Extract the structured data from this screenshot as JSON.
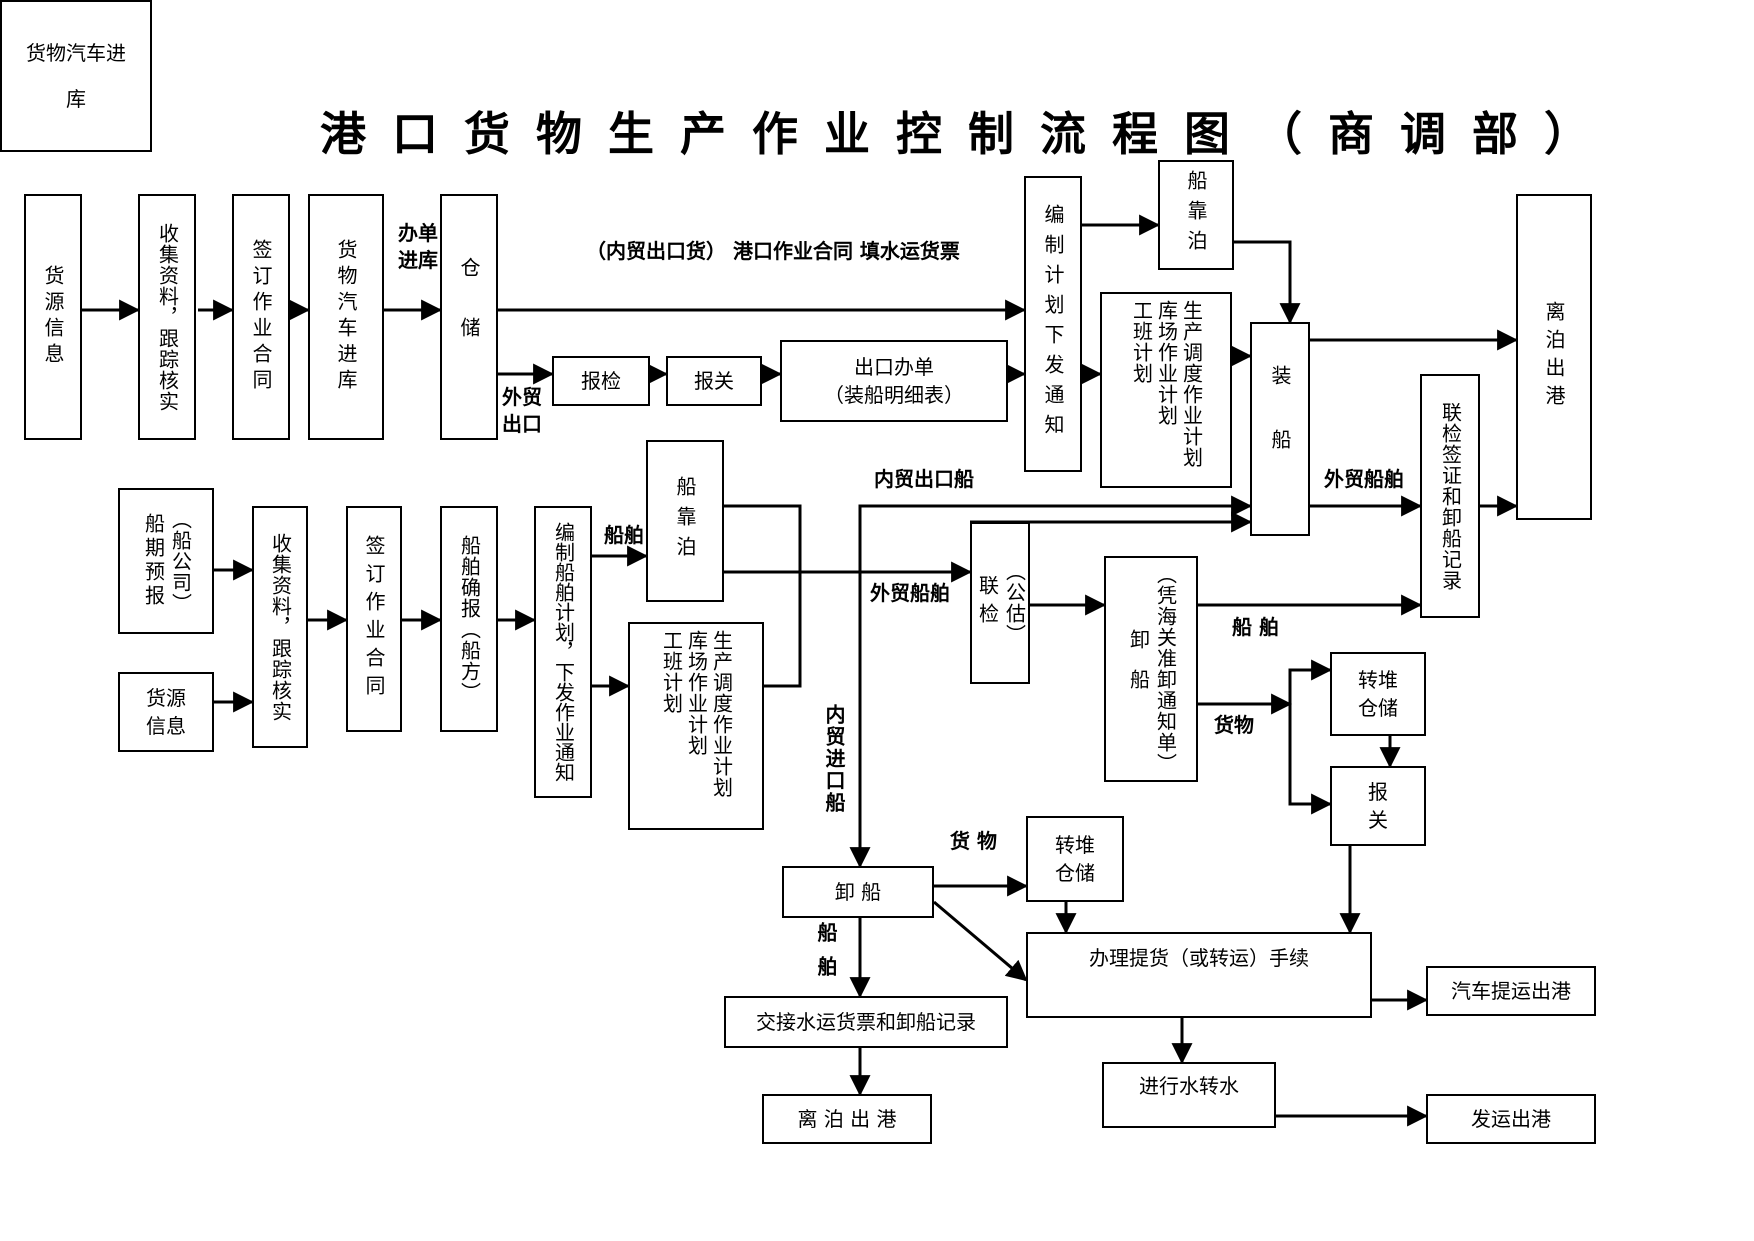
{
  "title": "港口货物生产作业控制流程图（商调部）",
  "corner_note": {
    "line1": "货物汽车进",
    "line2": "库"
  },
  "boxes": {
    "top_source_info": "货源信息",
    "top_collect": "收集资料，跟踪核实",
    "top_sign": "签订作业合同",
    "top_truck_in": "货物汽车进库",
    "storage": "仓储",
    "inspection": "报检",
    "customs": "报关",
    "export_doc_line1": "出口办单",
    "export_doc_line2": "（装船明细表）",
    "plan_notice": "编制计划下发通知",
    "berth_top": "船靠泊",
    "work_plan_col1": "工班计划",
    "work_plan_col2": "库场作业计划",
    "work_plan_col3": "生产调度作业计划",
    "loading": "装船",
    "depart_right": "离泊出港",
    "joint_cert": "联检签证和卸船记录",
    "ship_schedule_col1": "船期预报",
    "ship_schedule_col2": "（船公司）",
    "mid_source_info_line1": "货源",
    "mid_source_info_line2": "信息",
    "mid_collect": "收集资料，跟踪核实",
    "mid_sign": "签订作业合同",
    "ship_confirm": "船舶确报（船方）",
    "ship_plan": "编制船舶计划，下发作业通知",
    "berth_mid": "船靠泊",
    "mid_plan_col1": "工班计划",
    "mid_plan_col2": "库场作业计划",
    "mid_plan_col3": "生产调度作业计划",
    "joint_inspect_col1": "联检",
    "joint_inspect_col2": "（公估）",
    "unload_customs_col1": "卸船",
    "unload_customs_col2": "（凭海关准卸通知单）",
    "transfer_storage_right_line1": "转堆",
    "transfer_storage_right_line2": "仓储",
    "customs_right_line1": "报",
    "customs_right_line2": "关",
    "unload_bottom": "卸 船",
    "transfer_storage_bottom_line1": "转堆",
    "transfer_storage_bottom_line2": "仓储",
    "pickup": "办理提货（或转运）手续",
    "truck_out": "汽车提运出港",
    "handover": "交接水运货票和卸船记录",
    "depart_bottom": "离 泊 出 港",
    "water_transfer": "进行水转水",
    "ship_out": "发运出港"
  },
  "labels": {
    "handle_in_line1": "办单",
    "handle_in_line2": "进库",
    "domestic_export_header": "（内贸出口货）  港口作业合同  填水运货票",
    "foreign_export_line1": "外贸",
    "foreign_export_line2": "出口",
    "domestic_export_ship": "内贸出口船",
    "foreign_ship_top": "外贸船舶",
    "foreign_ship_mid": "外贸船舶",
    "vessel_mid": "船舶",
    "vessel_right": "船  舶",
    "cargo_right": "货物",
    "domestic_import_ship": "内贸进口船",
    "cargo_bottom": "货  物",
    "vessel_bottom": "船舶"
  }
}
